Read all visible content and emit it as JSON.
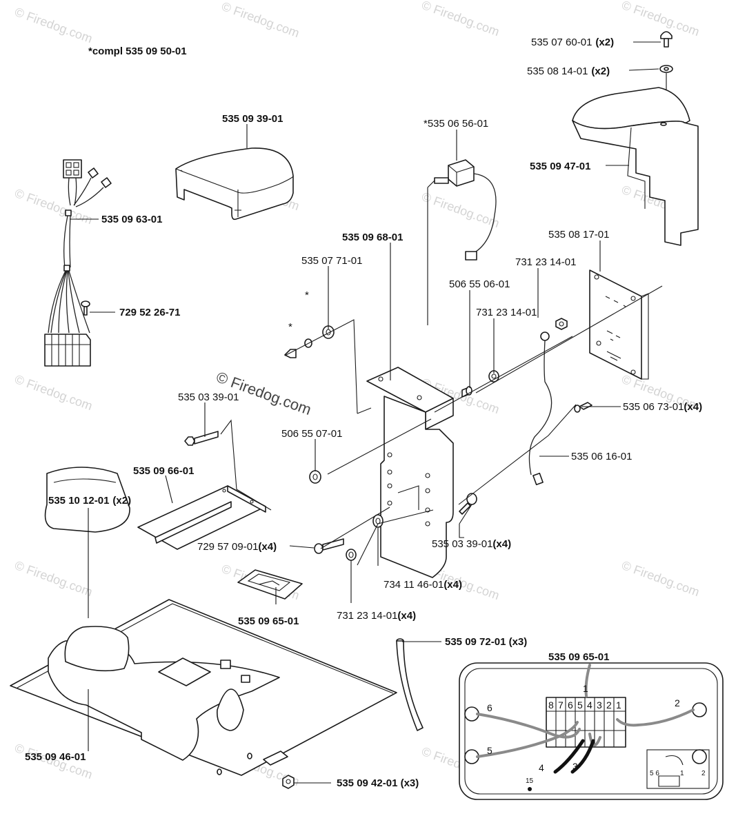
{
  "watermark": {
    "text": "© Firedog.com",
    "center_text": "© Firedog.com"
  },
  "assembly_note": "*compl 535 09 50-01",
  "labels": {
    "p535076001": {
      "code": "535 07 60-01",
      "qty": "(x2)"
    },
    "p535081401": {
      "code": "535 08 14-01",
      "qty": "(x2)"
    },
    "p535093901": {
      "code": "535 09 39-01"
    },
    "p535065601": {
      "code": "*535 06 56-01"
    },
    "p535094701": {
      "code": "535 09 47-01"
    },
    "p535096301": {
      "code": "535 09 63-01"
    },
    "p535096801": {
      "code": "535 09 68-01"
    },
    "p535081701": {
      "code": "535 08 17-01"
    },
    "p535077101": {
      "code": "535 07 71-01"
    },
    "star_a": "*",
    "star_b": "*",
    "p731231401_top": {
      "code": "731 23 14-01"
    },
    "p506550601": {
      "code": "506 55 06-01"
    },
    "p731231401_mid": {
      "code": "731 23 14-01"
    },
    "p729522671": {
      "code": "729 52 26-71"
    },
    "p535033901_left": {
      "code": "535 03 39-01"
    },
    "p535067301": {
      "code": "535 06 73-01",
      "qty": "(x4)"
    },
    "p506550701": {
      "code": "506 55 07-01"
    },
    "p535061601": {
      "code": "535 06 16-01"
    },
    "p535096601": {
      "code": "535 09 66-01"
    },
    "p535101201": {
      "code": "535 10 12-01",
      "qty": "(x2)"
    },
    "p729570901": {
      "code": "729 57 09-01",
      "qty": "(x4)"
    },
    "p535033901_right": {
      "code": "535 03 39-01",
      "qty": "(x4)"
    },
    "p734114601": {
      "code": "734 11 46-01",
      "qty": "(x4)"
    },
    "p731231401_bot": {
      "code": "731 23 14-01",
      "qty": "(x4)"
    },
    "p535096501_a": {
      "code": "535 09 65-01"
    },
    "p535097201": {
      "code": "535 09 72-01 (x3)"
    },
    "p535096501_b": {
      "code": "535 09 65-01"
    },
    "p535094601": {
      "code": "535 09 46-01"
    },
    "p535094201": {
      "code": "535 09 42-01 (x3)"
    }
  },
  "terminal_block": {
    "terminals": [
      "8",
      "7",
      "6",
      "5",
      "4",
      "3",
      "2",
      "1"
    ],
    "wire_numbers": {
      "w1": "1",
      "w2": "2",
      "w3": "3",
      "w4": "4",
      "w5": "5",
      "w6": "6",
      "w15": "15"
    },
    "connector_labels": {
      "c56": "5 6",
      "c1": "1",
      "c2": "2"
    }
  },
  "colors": {
    "line": "#1a1a1a",
    "watermark": "#d4d4d4",
    "grey_cable": "#8a8a8a"
  }
}
